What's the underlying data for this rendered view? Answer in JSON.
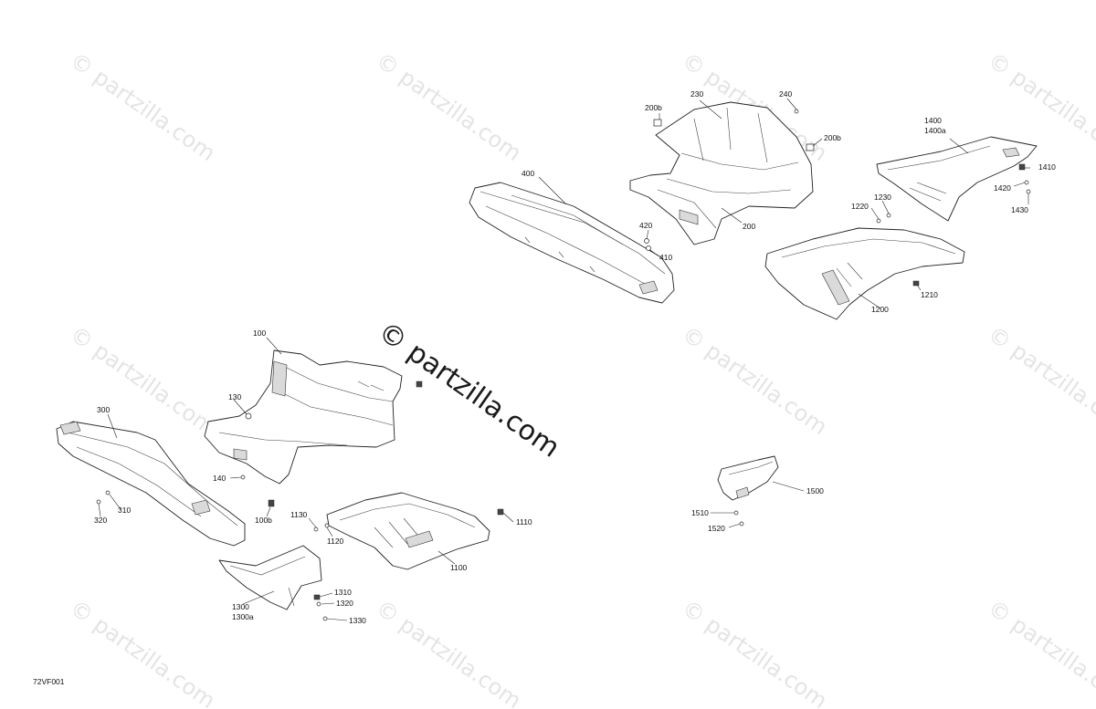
{
  "watermark": {
    "text": "© partzilla.com",
    "center_text": "© partzilla.com"
  },
  "diagram_code": "72VF001",
  "parts": [
    {
      "id": "100",
      "label": "100"
    },
    {
      "id": "130",
      "label": "130"
    },
    {
      "id": "140",
      "label": "140"
    },
    {
      "id": "100b",
      "label": "100b"
    },
    {
      "id": "200",
      "label": "200"
    },
    {
      "id": "200b-left",
      "label": "200b"
    },
    {
      "id": "200b-right",
      "label": "200b"
    },
    {
      "id": "230",
      "label": "230"
    },
    {
      "id": "240",
      "label": "240"
    },
    {
      "id": "300",
      "label": "300"
    },
    {
      "id": "310",
      "label": "310"
    },
    {
      "id": "320",
      "label": "320"
    },
    {
      "id": "400",
      "label": "400"
    },
    {
      "id": "410",
      "label": "410"
    },
    {
      "id": "420",
      "label": "420"
    },
    {
      "id": "1100",
      "label": "1100"
    },
    {
      "id": "1110",
      "label": "1110"
    },
    {
      "id": "1120",
      "label": "1120"
    },
    {
      "id": "1130",
      "label": "1130"
    },
    {
      "id": "1200",
      "label": "1200"
    },
    {
      "id": "1210",
      "label": "1210"
    },
    {
      "id": "1220",
      "label": "1220"
    },
    {
      "id": "1230",
      "label": "1230"
    },
    {
      "id": "1300",
      "label": "1300"
    },
    {
      "id": "1300a",
      "label": "1300a"
    },
    {
      "id": "1310",
      "label": "1310"
    },
    {
      "id": "1320",
      "label": "1320"
    },
    {
      "id": "1330",
      "label": "1330"
    },
    {
      "id": "1400",
      "label": "1400"
    },
    {
      "id": "1400a",
      "label": "1400a"
    },
    {
      "id": "1410",
      "label": "1410"
    },
    {
      "id": "1420",
      "label": "1420"
    },
    {
      "id": "1430",
      "label": "1430"
    },
    {
      "id": "1500",
      "label": "1500"
    },
    {
      "id": "1510",
      "label": "1510"
    },
    {
      "id": "1520",
      "label": "1520"
    }
  ]
}
